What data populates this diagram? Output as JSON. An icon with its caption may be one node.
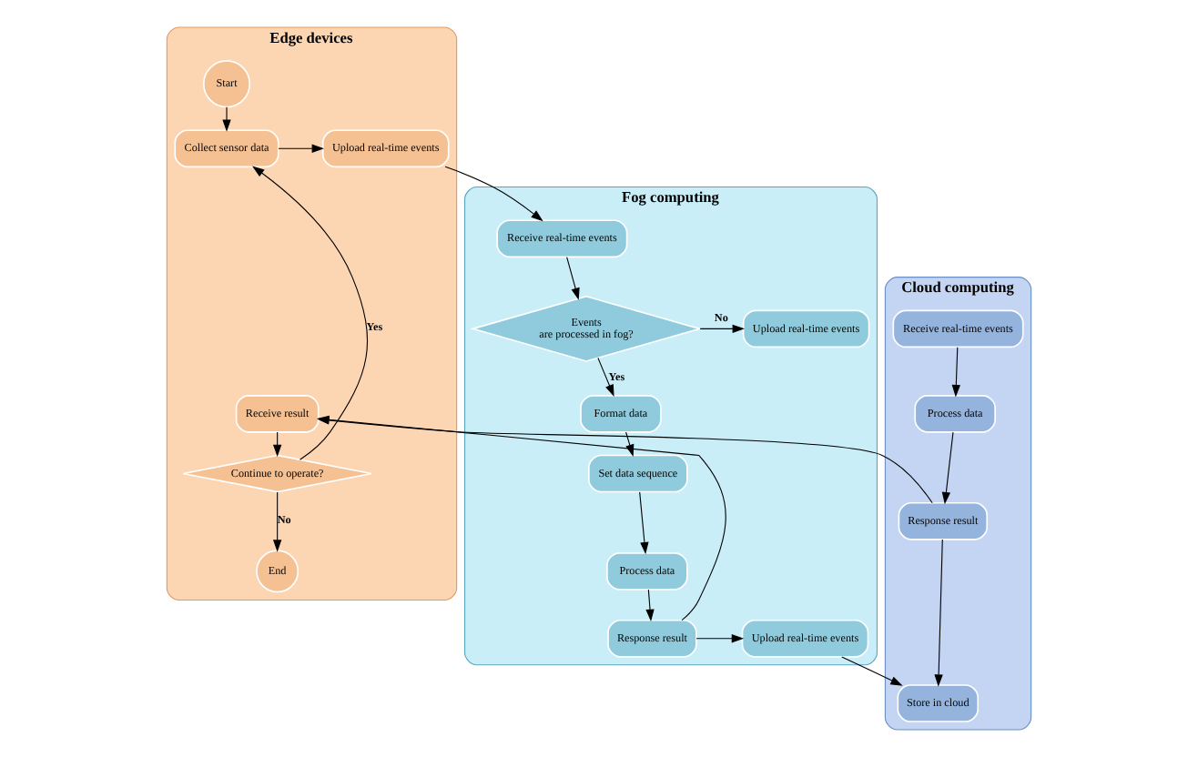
{
  "diagram": {
    "nodes": [
      {
        "text": [
          "Edge devices"
        ]
      },
      {
        "text": [
          "Start"
        ],
        "in": 0
      },
      {
        "text": [
          "Collect sensor data"
        ],
        "in": 0
      },
      {
        "text": [
          "Upload real-time events"
        ],
        "in": 0
      },
      {
        "text": [
          "Receive result"
        ],
        "in": 0
      },
      {
        "text": [
          "Continue to operate?"
        ],
        "in": 0
      },
      {
        "text": [
          "End"
        ],
        "in": 0
      },
      {
        "text": [
          "Fog computing"
        ]
      },
      {
        "text": [
          "Receive real-time events"
        ],
        "in": 7
      },
      {
        "text": [
          "Events are processed in fog?"
        ],
        "in": 7
      },
      {
        "text": [
          "Upload real-time events"
        ],
        "in": 7
      },
      {
        "text": [
          "Format data"
        ],
        "in": 7
      },
      {
        "text": [
          "Set data sequence"
        ],
        "in": 7
      },
      {
        "text": [
          "Process data"
        ],
        "in": 7
      },
      {
        "text": [
          "Response result"
        ],
        "in": 7
      },
      {
        "text": [
          "Upload real-time events"
        ],
        "in": 7
      },
      {
        "text": [
          "Cloud computing"
        ]
      },
      {
        "text": [
          "Receive real-time events"
        ],
        "in": 16
      },
      {
        "text": [
          "Process data"
        ],
        "in": 16
      },
      {
        "text": [
          "Response result"
        ],
        "in": 16
      },
      {
        "text": [
          "Store in cloud"
        ],
        "in": 16
      }
    ],
    "edges": [
      {
        "from": 1,
        "to": 2,
        "arrow": "to"
      },
      {
        "from": 2,
        "to": 3,
        "arrow": "to"
      },
      {
        "from": 3,
        "to": 8,
        "arrow": "to"
      },
      {
        "from": 8,
        "to": 9,
        "arrow": "to"
      },
      {
        "from": 9,
        "to": 10,
        "arrow": "to",
        "label": "No"
      },
      {
        "from": 9,
        "to": 11,
        "arrow": "to",
        "label": "Yes"
      },
      {
        "from": 11,
        "to": 12,
        "arrow": "to"
      },
      {
        "from": 12,
        "to": 13,
        "arrow": "to"
      },
      {
        "from": 13,
        "to": 14,
        "arrow": "to"
      },
      {
        "from": 14,
        "to": 15,
        "arrow": "to"
      },
      {
        "from": 15,
        "to": 20,
        "arrow": "to"
      },
      {
        "from": 17,
        "to": 18,
        "arrow": "to"
      },
      {
        "from": 18,
        "to": 19,
        "arrow": "to"
      },
      {
        "from": 19,
        "to": 20,
        "arrow": "to"
      },
      {
        "from": 19,
        "to": 4,
        "arrow": "to"
      },
      {
        "from": 14,
        "to": 4,
        "arrow": "to"
      },
      {
        "from": 4,
        "to": 5,
        "arrow": "to"
      },
      {
        "from": 5,
        "to": 2,
        "arrow": "to",
        "label": "Yes"
      },
      {
        "from": 5,
        "to": 6,
        "arrow": "to",
        "label": "No"
      }
    ]
  }
}
